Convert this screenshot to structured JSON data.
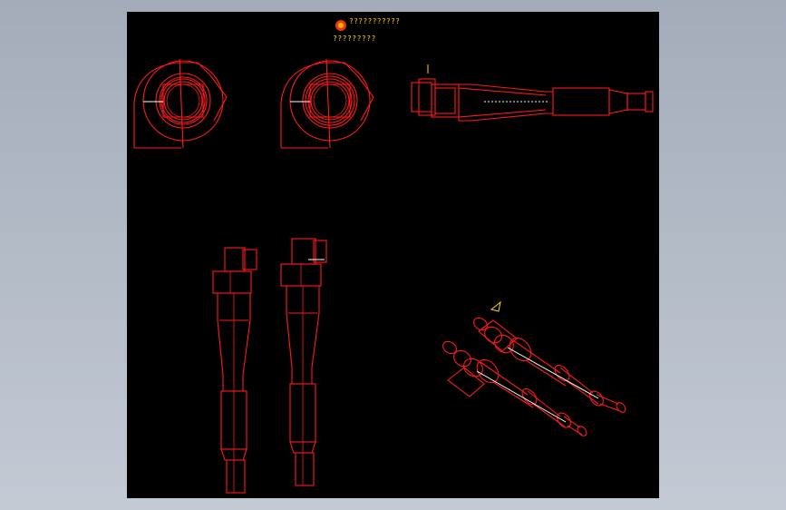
{
  "drawing": {
    "logo_text": "???????????",
    "title_text": "?????????",
    "colors": {
      "line": "#ff1a1a",
      "background": "#000000",
      "annotation": "#ffd400",
      "axis": "#ffffff"
    }
  },
  "views": [
    {
      "name": "top-view-left"
    },
    {
      "name": "top-view-right"
    },
    {
      "name": "side-view"
    },
    {
      "name": "front-view-left"
    },
    {
      "name": "front-view-right"
    },
    {
      "name": "isometric-view"
    }
  ]
}
